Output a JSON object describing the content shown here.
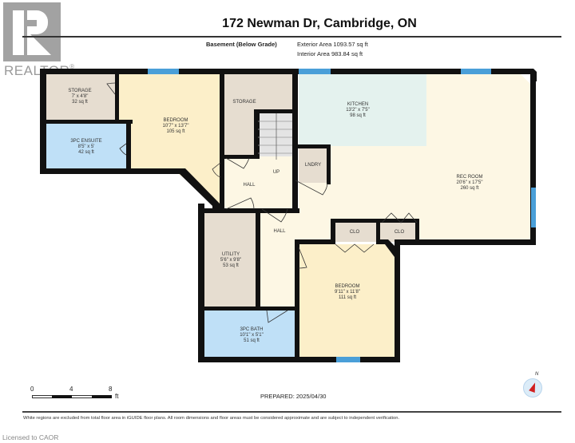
{
  "header": {
    "logo_word": "REALTOR",
    "logo_mark": "®",
    "title": "172 Newman Dr, Cambridge, ON",
    "level": "Basement (Below Grade)",
    "exterior_area": "Exterior Area 1093.57 sq ft",
    "interior_area": "Interior Area 983.84 sq ft"
  },
  "rooms": [
    {
      "name": "STORAGE",
      "dims": "7' x 4'8\"",
      "area": "32 sq ft",
      "color": "#e6ddd0"
    },
    {
      "name": "3PC ENSUITE",
      "dims": "8'5\" x 5'",
      "area": "42 sq ft",
      "color": "#bfe0f7"
    },
    {
      "name": "BEDROOM",
      "dims": "10'7\" x 13'7\"",
      "area": "105 sq ft",
      "color": "#fcefc9"
    },
    {
      "name": "STORAGE",
      "dims": "",
      "area": "",
      "color": "#e6ddd0"
    },
    {
      "name": "KITCHEN",
      "dims": "13'2\" x 7'5\"",
      "area": "98 sq ft",
      "color": "#e4f2ee"
    },
    {
      "name": "LNDRY",
      "dims": "",
      "area": "",
      "color": "#e6ddd0"
    },
    {
      "name": "UP",
      "dims": "",
      "area": "",
      "color": "#fdf7e4"
    },
    {
      "name": "HALL",
      "dims": "",
      "area": "",
      "color": "#fdf7e4"
    },
    {
      "name": "REC ROOM",
      "dims": "20'6\" x 17'5\"",
      "area": "260 sq ft",
      "color": "#fdf7e4"
    },
    {
      "name": "HALL",
      "dims": "",
      "area": "",
      "color": "#fdf7e4"
    },
    {
      "name": "CLO",
      "dims": "",
      "area": "",
      "color": "#e6ddd0"
    },
    {
      "name": "CLO",
      "dims": "",
      "area": "",
      "color": "#e6ddd0"
    },
    {
      "name": "UTILITY",
      "dims": "5'6\" x 9'8\"",
      "area": "53 sq ft",
      "color": "#e6ddd0"
    },
    {
      "name": "BEDROOM",
      "dims": "9'11\" x 11'8\"",
      "area": "111 sq ft",
      "color": "#fcefc9"
    },
    {
      "name": "3PC BATH",
      "dims": "10'1\" x 5'1\"",
      "area": "51 sq ft",
      "color": "#bfe0f7"
    }
  ],
  "colors": {
    "wall": "#111111",
    "window": "#4a9fd8",
    "stair": "#e4e4e4"
  },
  "scale": {
    "ticks": [
      "0",
      "4",
      "8"
    ],
    "unit": "ft"
  },
  "footer": {
    "prepared": "PREPARED: 2025/04/30",
    "compass_label": "N",
    "disclaimer": "White regions are excluded from total floor area in iGUIDE floor plans. All room dimensions and floor areas must be considered approximate and are subject to independent verification.",
    "licensed": "Licensed to CAOR"
  }
}
